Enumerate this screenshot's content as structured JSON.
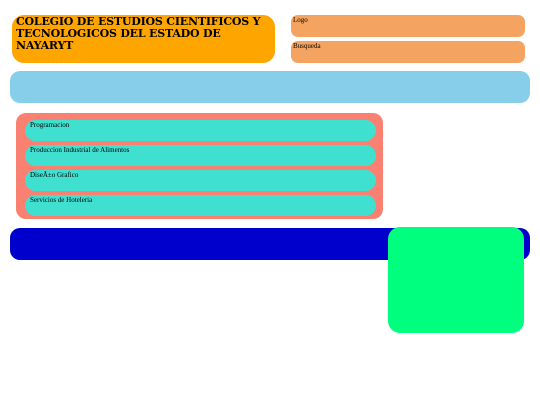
{
  "header": {
    "title": "COLEGIO DE ESTUDIOS CIENTIFICOS Y TECNOLOGICOS DEL ESTADO DE NAYARYT",
    "logo_label": "Logo",
    "search_label": "Busqueda"
  },
  "menu": {
    "items": [
      {
        "label": "Programacion"
      },
      {
        "label": "Produccion Industrial de Alimentos"
      },
      {
        "label": "DiseÃ±o Grafico"
      },
      {
        "label": "Servicios de Hoteleria"
      }
    ]
  },
  "colors": {
    "title_bg": "#ffa500",
    "logo_bg": "#f4a460",
    "nav_bar": "#87ceeb",
    "menu_panel": "#fa8072",
    "menu_item": "#40e0d0",
    "footer_bar": "#0000cd",
    "side_box": "#00ff7f"
  }
}
